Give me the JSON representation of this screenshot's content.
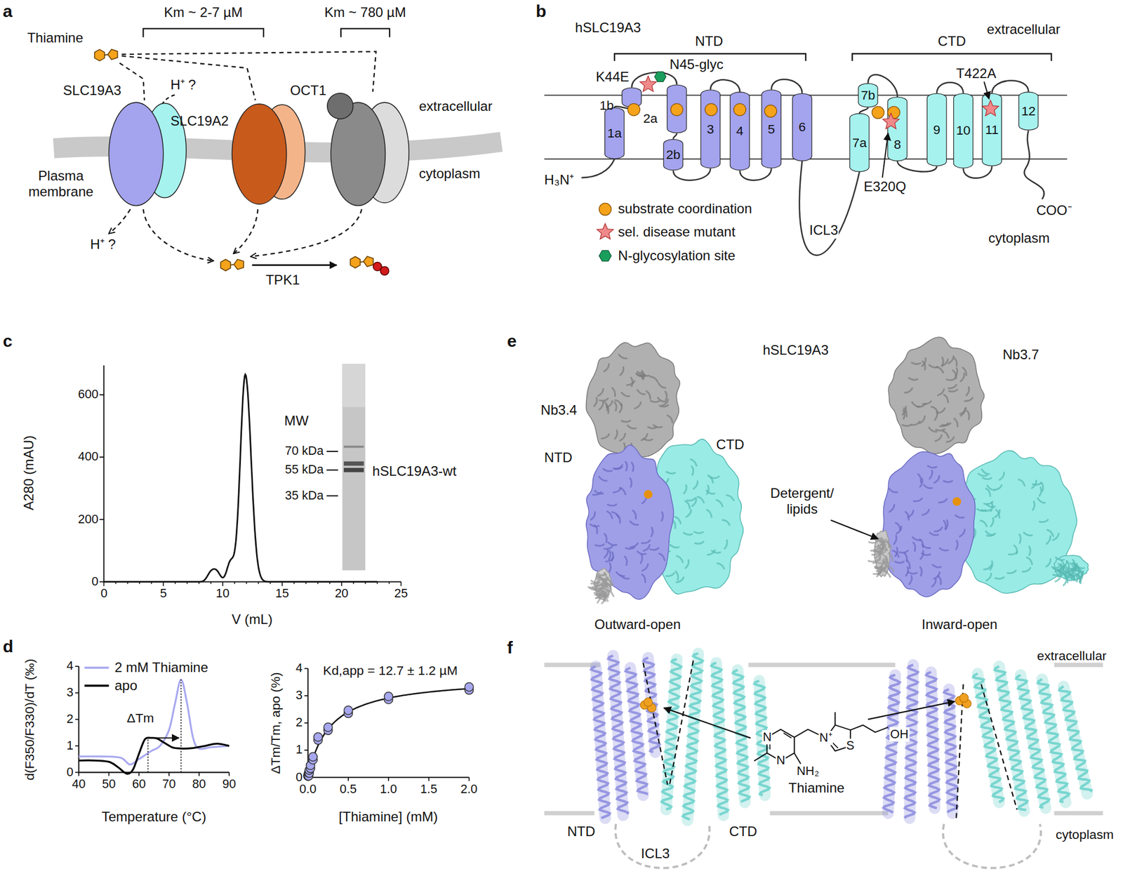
{
  "diagram": {
    "nodes": [
      {
        "text": [
          "Thiamine"
        ]
      },
      {
        "text": [
          "SLC19A3"
        ]
      },
      {
        "text": [
          "SLC19A2"
        ]
      },
      {
        "text": [
          "OCT1"
        ]
      },
      {
        "text": [
          "1a"
        ]
      },
      {
        "text": [
          "1b"
        ]
      },
      {
        "text": [
          "2a"
        ]
      },
      {
        "text": [
          "2b"
        ]
      },
      {
        "text": [
          "3"
        ]
      },
      {
        "text": [
          "4"
        ]
      },
      {
        "text": [
          "5"
        ]
      },
      {
        "text": [
          "6"
        ]
      },
      {
        "text": [
          "7a"
        ]
      },
      {
        "text": [
          "7b"
        ]
      },
      {
        "text": [
          "8"
        ]
      },
      {
        "text": [
          "9"
        ]
      },
      {
        "text": [
          "10"
        ]
      },
      {
        "text": [
          "11"
        ]
      },
      {
        "text": [
          "12"
        ]
      }
    ],
    "edges": [
      {
        "from": 0,
        "to": 1,
        "arrow": "none"
      },
      {
        "from": 0,
        "to": 2,
        "arrow": "none"
      },
      {
        "from": 0,
        "to": 3,
        "arrow": "none"
      },
      {
        "from": 4,
        "to": 5,
        "arrow": "none"
      },
      {
        "from": 5,
        "to": 6,
        "arrow": "none"
      },
      {
        "from": 6,
        "to": 7,
        "arrow": "none"
      },
      {
        "from": 7,
        "to": 8,
        "arrow": "none"
      },
      {
        "from": 8,
        "to": 9,
        "arrow": "none"
      },
      {
        "from": 9,
        "to": 10,
        "arrow": "none"
      },
      {
        "from": 10,
        "to": 11,
        "arrow": "none"
      },
      {
        "from": 11,
        "to": 12,
        "label": "ICL3",
        "arrow": "none"
      },
      {
        "from": 12,
        "to": 13,
        "arrow": "none"
      },
      {
        "from": 13,
        "to": 14,
        "arrow": "none"
      },
      {
        "from": 14,
        "to": 15,
        "arrow": "none"
      },
      {
        "from": 15,
        "to": 16,
        "arrow": "none"
      },
      {
        "from": 16,
        "to": 17,
        "arrow": "none"
      },
      {
        "from": 17,
        "to": 18,
        "arrow": "none"
      }
    ],
    "labels": [
      "a",
      "Km ~ 2-7 µM",
      "Km ~ 780 µM",
      "H⁺ ?",
      "extracellular",
      "Plasma membrane",
      "cytoplasm",
      "H⁺ ?",
      "TPK1",
      "b",
      "hSLC19A3",
      "NTD",
      "CTD",
      "extracellular",
      "K44E",
      "N45-glyc",
      "E320Q",
      "T422A",
      "H₃N⁺",
      "COO⁻",
      "cytoplasm",
      "c",
      "0",
      "200",
      "400",
      "600",
      "0",
      "5",
      "10",
      "15",
      "20",
      "25",
      "A280 (mAU)",
      "V (mL)",
      "MW",
      "70 kDa",
      "55 kDa",
      "35 kDa",
      "hSLC19A3-wt",
      "d",
      "ΔTm",
      "0",
      "1",
      "2",
      "3",
      "4",
      "40",
      "50",
      "60",
      "70",
      "80",
      "90",
      "d(F350/F330)/dT (‰)",
      "Temperature (°C)",
      "Kd,app = 12.7 ± 1.2 µM",
      "0",
      "1",
      "2",
      "3",
      "4",
      "0.0",
      "0.5",
      "1.0",
      "1.5",
      "2.0",
      "ΔTm/Tm, apo (%)",
      "[Thiamine] (mM)",
      "e",
      "hSLC19A3",
      "Nb3.4",
      "Nb3.7",
      "NTD",
      "CTD",
      "Detergent/ lipids",
      "Outward-open",
      "Inward-open",
      "f",
      "extracellular",
      "NTD",
      "CTD",
      "ICL3",
      "cytoplasm",
      "Thiamine",
      "N",
      "N",
      "NH₂",
      "N⁺",
      "S",
      "OH"
    ],
    "legend": [
      {
        "text": "substrate coordination",
        "color": "#f5a31b"
      },
      {
        "text": "sel. disease mutant",
        "color": "#f08a8a"
      },
      {
        "text": "N-glycosylation site",
        "color": "#1a9e5c"
      },
      {
        "text": "2 mM Thiamine"
      },
      {
        "text": "apo"
      }
    ]
  }
}
